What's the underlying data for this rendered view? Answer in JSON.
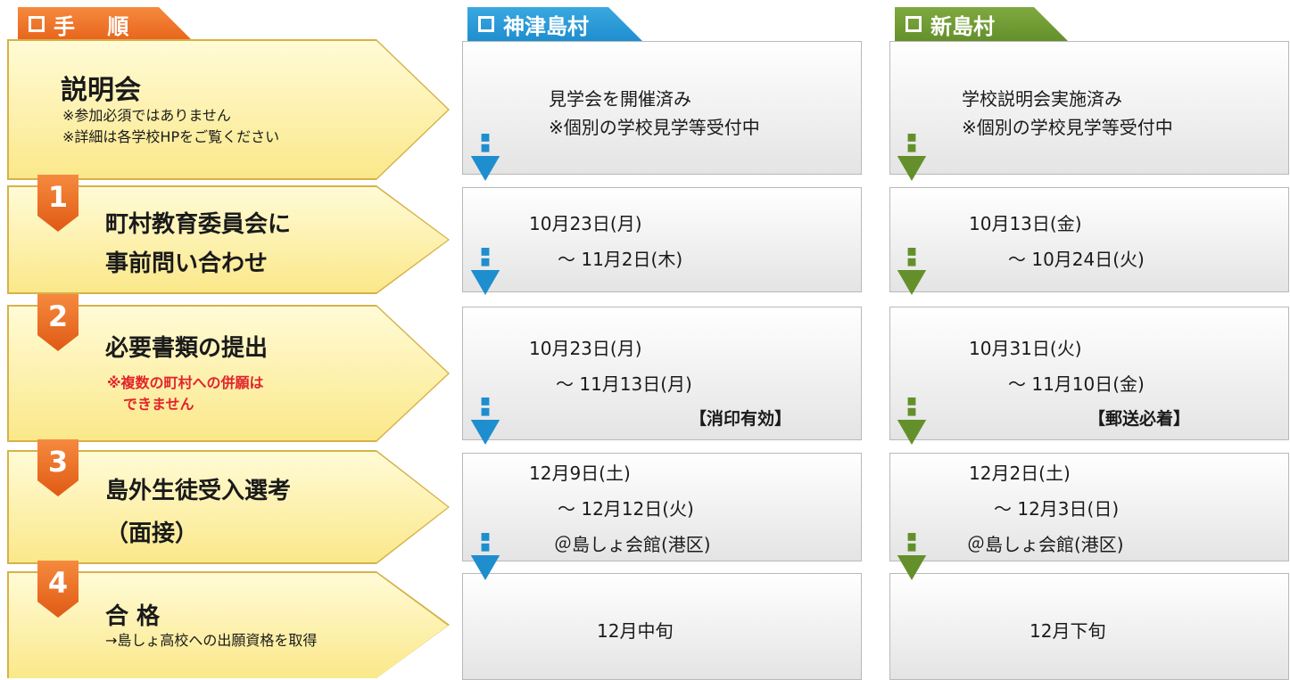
{
  "headers": {
    "steps": "手 順",
    "kozushima": "神津島村",
    "niijima": "新島村"
  },
  "steps": [
    {
      "title": "説明会",
      "notes": [
        "※参加必須ではありません",
        "※詳細は各学校HPをご覧ください"
      ]
    },
    {
      "number": "1",
      "title_lines": [
        "町村教育委員会に",
        "事前問い合わせ"
      ]
    },
    {
      "number": "2",
      "title": "必要書類の提出",
      "notes": [
        "※複数の町村への併願は",
        "できません"
      ]
    },
    {
      "number": "3",
      "title_lines": [
        "島外生徒受入選考",
        "（面接）"
      ]
    },
    {
      "number": "4",
      "title": "合 格",
      "notes": [
        "→島しょ高校への出願資格を取得"
      ]
    }
  ],
  "kozushima": {
    "briefing": [
      "見学会を開催済み",
      "※個別の学校見学等受付中"
    ],
    "inquiry": [
      "10月23日(月)",
      "～ 11月2日(木)"
    ],
    "documents": [
      "10月23日(月)",
      "～ 11月13日(月)",
      "【消印有効】"
    ],
    "selection": [
      "12月9日(土)",
      "～ 12月12日(火)",
      "＠島しょ会館(港区)"
    ],
    "pass": "12月中旬"
  },
  "niijima": {
    "briefing": [
      "学校説明会実施済み",
      "※個別の学校見学等受付中"
    ],
    "inquiry": [
      "10月13日(金)",
      "～ 10月24日(火)"
    ],
    "documents": [
      "10月31日(火)",
      "～ 11月10日(金)",
      "【郵送必着】"
    ],
    "selection": [
      "12月2日(土)",
      "～ 12月3日(日)",
      "＠島しょ会館(港区)"
    ],
    "pass": "12月下旬"
  },
  "colors": {
    "steps_tab": "#e8641c",
    "kozushima": "#1f8ecf",
    "niijima": "#64902c",
    "note_red": "#e3232b",
    "step_fill": "#fbe88a"
  }
}
